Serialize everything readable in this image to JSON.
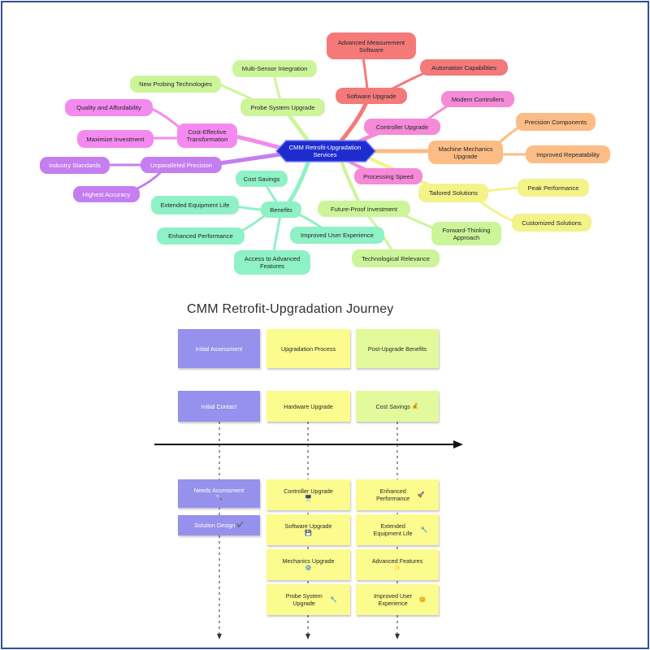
{
  "colors": {
    "frame": "#2f4f8f",
    "center": "#1f2ccd",
    "red": "#f47a7a",
    "orange": "#fcbc85",
    "yellow": "#f3f38a",
    "lime": "#ccf59a",
    "green": "#8ff1c6",
    "purple": "#c47ef0",
    "magenta": "#f48af0",
    "pink": "#f58ad8",
    "card_blue": "#9691ec",
    "card_yellow": "#fbfb8e",
    "card_lime": "#e3fa9c"
  },
  "mindmap": {
    "center": "CMM Retrofit-Upgradation Services",
    "software_upgrade": "Software Upgrade",
    "advanced_measurement_software": "Advanced Measurement Software",
    "automation_capabilities": "Automation Capabilities",
    "controller_upgrade": "Controller Upgrade",
    "modern_controllers": "Modern Controllers",
    "processing_speed": "Processing Speed",
    "machine_mechanics_upgrade": "Machine Mechanics Upgrade",
    "precision_components": "Precision Components",
    "improved_repeatability": "Improved Repeatability",
    "tailored_solutions": "Tailored Solutions",
    "peak_performance": "Peak Performance",
    "customized_solutions": "Customized Solutions",
    "future_proof_investment": "Future-Proof Investment",
    "forward_thinking_approach": "Forward-Thinking Approach",
    "technological_relevance": "Technological Relevance",
    "benefits": "Benefits",
    "cost_savings": "Cost Savings",
    "extended_equipment_life": "Extended Equipment Life",
    "enhanced_performance": "Enhanced Performance",
    "improved_user_experience": "Improved User Experience",
    "access_to_advanced_features": "Access to Advanced Features",
    "unparalleled_precision": "Unparalleled Precision",
    "industry_standards": "Industry Standards",
    "highest_accuracy": "Highest Accuracy",
    "cost_effective_transformation": "Cost-Effective Transformation",
    "quality_and_affordability": "Quality and Affordability",
    "maximize_investment": "Maximize Investment",
    "probe_system_upgrade": "Probe System Upgrade",
    "multi_sensor_integration": "Multi-Sensor Integration",
    "new_probing_technologies": "New Probing Technologies"
  },
  "journey": {
    "title": "CMM Retrofit-Upgradation Journey",
    "initial_assessment": "Initial Assessment",
    "upgradation_process": "Upgradation Process",
    "post_upgrade_benefits": "Post-Upgrade Benefits",
    "initial_contact": "Initial Contact",
    "hardware_upgrade": "Hardware Upgrade",
    "cost_savings": "Cost Savings",
    "cost_savings_emoji": "💰",
    "needs_assessment": "Needs Assessment",
    "needs_assessment_emoji": "🔍",
    "solution_design": "Solution Design",
    "solution_design_emoji": "✔️",
    "controller_upgrade": "Controller Upgrade",
    "controller_upgrade_emoji": "🖥️",
    "software_upgrade": "Software Upgrade",
    "software_upgrade_emoji": "💾",
    "mechanics_upgrade": "Mechanics Upgrade",
    "mechanics_upgrade_emoji": "⚙️",
    "probe_system_upgrade": "Probe System Upgrade",
    "probe_system_upgrade_emoji": "🔧",
    "enhanced_performance": "Enhanced Performance",
    "enhanced_performance_emoji": "🚀",
    "extended_equipment_life": "Extended Equipment Life",
    "extended_equipment_life_emoji": "🔧",
    "advanced_features": "Advanced Features",
    "advanced_features_emoji": "✨",
    "improved_user_experience": "Improved User Experience",
    "improved_user_experience_emoji": "😊"
  }
}
